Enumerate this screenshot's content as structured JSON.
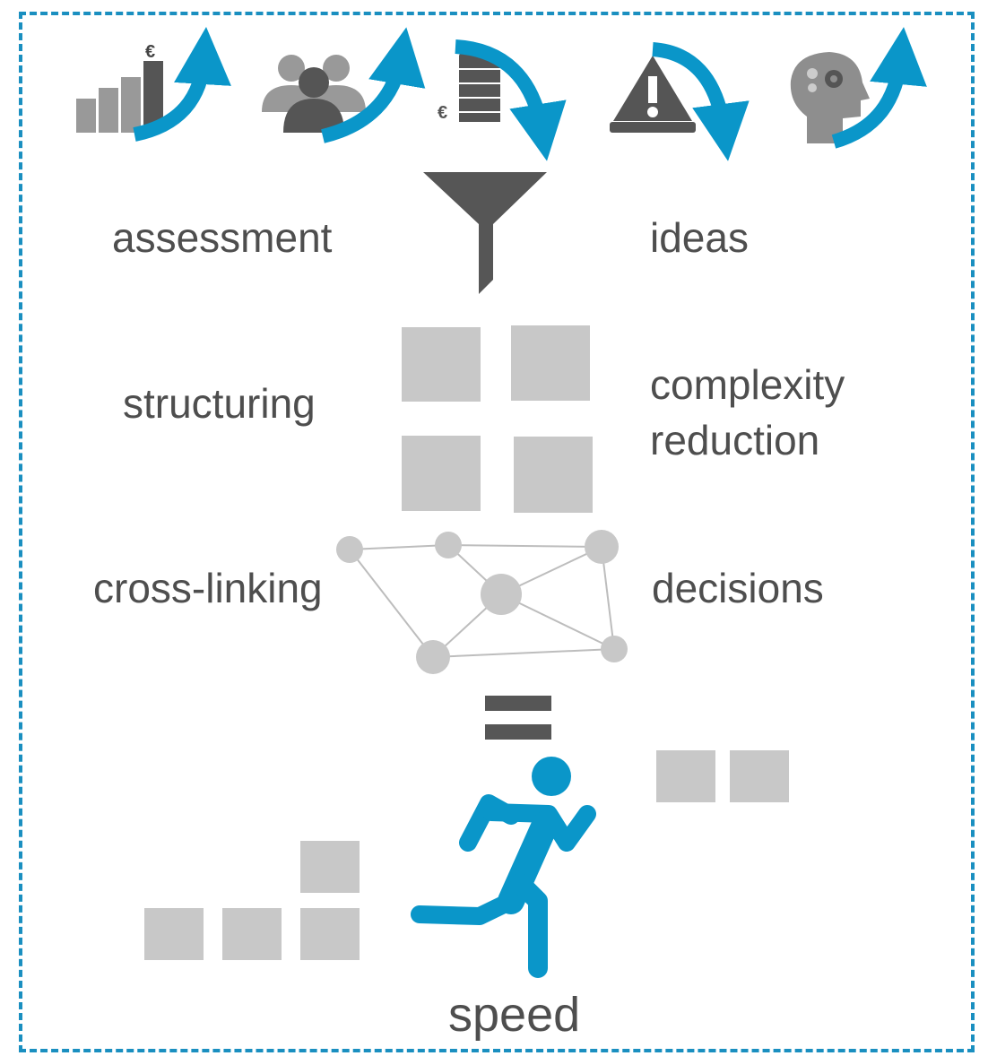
{
  "colors": {
    "accent": "#0a96c9",
    "dark_gray": "#565656",
    "mid_gray": "#8e8e8e",
    "light_gray": "#c8c8c8",
    "text": "#4e4e4e"
  },
  "icons": [
    {
      "name": "revenue-growth-icon",
      "symbol": "€",
      "direction": "up"
    },
    {
      "name": "team-growth-icon",
      "direction": "up"
    },
    {
      "name": "cost-reduction-icon",
      "symbol": "€",
      "direction": "down"
    },
    {
      "name": "risk-reduction-icon",
      "direction": "down"
    },
    {
      "name": "know-how-growth-icon",
      "direction": "up"
    }
  ],
  "labels": {
    "assessment": "assessment",
    "ideas": "ideas",
    "structuring": "structuring",
    "complexity_line1": "complexity",
    "complexity_line2": "reduction",
    "cross_linking": "cross-linking",
    "decisions": "decisions",
    "speed": "speed"
  }
}
